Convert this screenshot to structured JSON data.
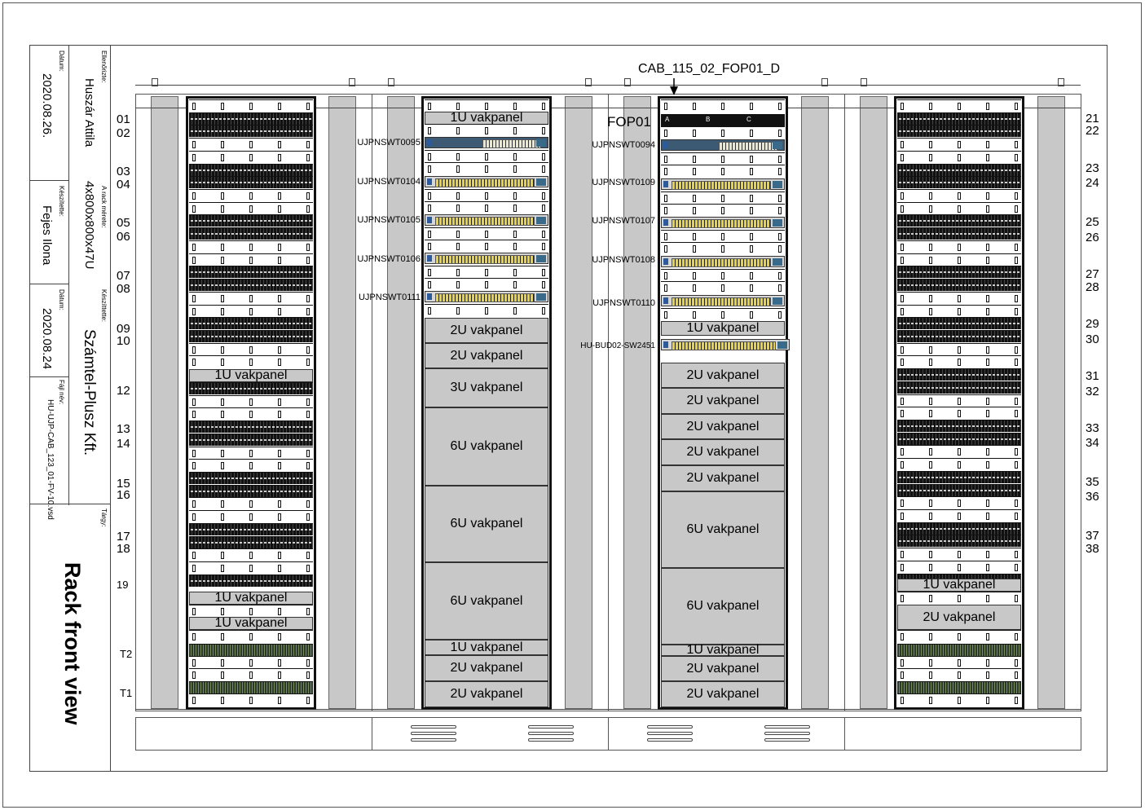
{
  "title_block": {
    "checked_by_label": "Ellenőrizte:",
    "checked_by": "Huszár Attila",
    "date_label_1": "Dátum:",
    "date_1": "2020.08.26.",
    "rack_size_label": "A rack mérete:",
    "rack_size": "4x800x800x47U",
    "prepared_by_label": "Készítette:",
    "prepared_by": "Fejes Ilona",
    "made_by_label": "Készíttette:",
    "made_by": "Számtel-Plusz Kft.",
    "date_label_2": "Dátum:",
    "date_2": "2020.08.24",
    "file_label": "Fájl név:",
    "file_name": "HU-UJP-CAB_123_01-FV-10.vsd",
    "subject_label": "Tárgy:",
    "subject": "Rack front view"
  },
  "fiber_panel_label": "CAB_115_02_FOP01_D",
  "fop_label": "FOP01",
  "fop_ports": [
    "A",
    "B",
    "C"
  ],
  "blank_label_1u": "1U vakpanel",
  "blank_label_2u": "2U vakpanel",
  "blank_label_3u": "3U vakpanel",
  "blank_label_6u": "6U vakpanel",
  "left_unit_numbers": [
    "01",
    "02",
    "03",
    "04",
    "05",
    "06",
    "07",
    "08",
    "09",
    "10",
    "12",
    "13",
    "14",
    "15",
    "16",
    "17",
    "18",
    "19",
    "T2",
    "T1"
  ],
  "right_unit_numbers": [
    "21",
    "22",
    "23",
    "24",
    "25",
    "26",
    "27",
    "28",
    "29",
    "30",
    "31",
    "32",
    "33",
    "34",
    "35",
    "36",
    "37",
    "38"
  ],
  "rack2_switches": [
    "UJPNSWT0095",
    "UJPNSWT0104",
    "UJPNSWT0105",
    "UJPNSWT0106",
    "UJPNSWT0111"
  ],
  "rack3_switches": [
    "UJPNSWT0094",
    "UJPNSWT0109",
    "UJPNSWT0107",
    "UJPNSWT0108",
    "UJPNSWT0110",
    "HU-BUD02-SW2451"
  ]
}
